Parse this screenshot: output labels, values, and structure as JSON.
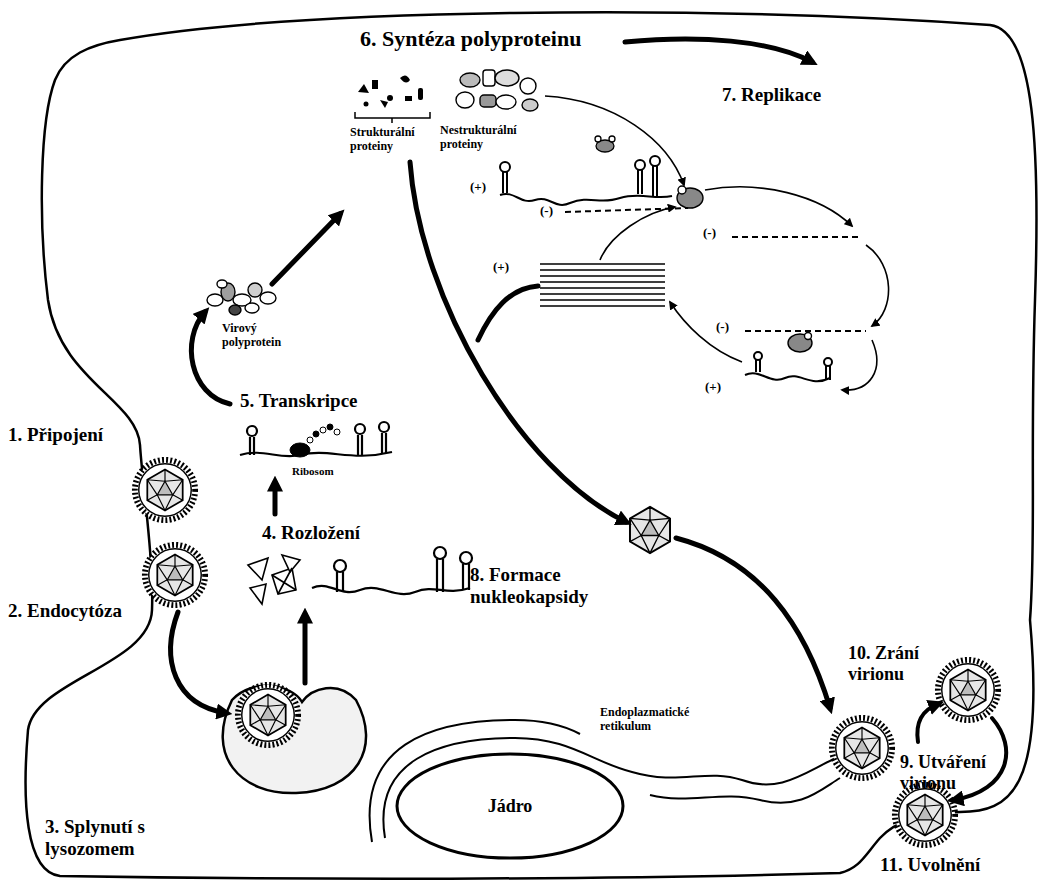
{
  "diagram": {
    "nodes": [
      {
        "text": [
          "Endoplazmatické retikulum"
        ]
      },
      {
        "text": [
          "Jádro"
        ]
      }
    ],
    "labels": [
      "6. Syntéza polyproteinu",
      "Strukturální proteiny",
      "Nestrukturální proteiny",
      "7. Replikace",
      "(+)",
      "(-)",
      "(-)",
      "Virový polyprotein",
      "(+)",
      "(-)",
      "(+)",
      "5. Transkripce",
      "Ribosom",
      "1. Připojení",
      "4. Rozložení",
      "2. Endocytóza",
      "8. Formace nukleokapsidy",
      "10. Zrání virionu",
      "9. Utváření virionu",
      "3. Splynutí s lysozomem",
      "11. Uvolnění"
    ]
  }
}
